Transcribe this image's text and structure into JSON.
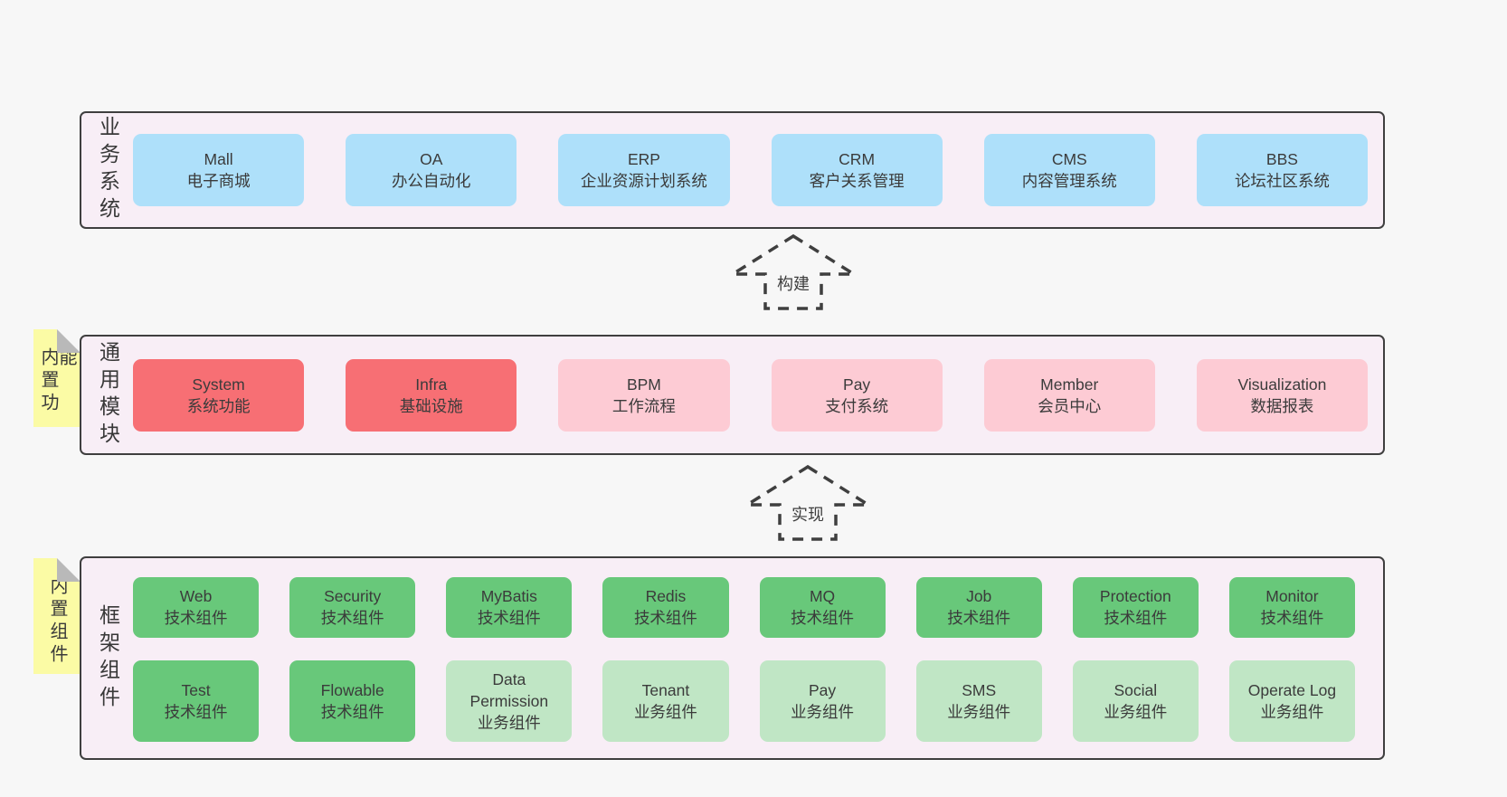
{
  "diagram_title": "framework-architecture-diagram",
  "colors": {
    "page_background": "#f7f7f7",
    "container_background": "#f8eef6",
    "container_border": "#3f3f3f",
    "box_blue": "#aee0fa",
    "box_red": "#f76f74",
    "box_pink": "#fdcbd4",
    "box_green": "#68c87a",
    "box_green_light": "#c0e6c5",
    "sticky_yellow": "#fbfba5",
    "sticky_fold_gray": "#b9b9b9",
    "text": "#3b3b3b"
  },
  "arrows": [
    {
      "label": "构建"
    },
    {
      "label": "实现"
    }
  ],
  "sections": [
    {
      "label": "业务系统",
      "boxes": [
        {
          "title": "Mall",
          "subtitle": "电子商城"
        },
        {
          "title": "OA",
          "subtitle": "办公自动化"
        },
        {
          "title": "ERP",
          "subtitle": "企业资源计划系统"
        },
        {
          "title": "CRM",
          "subtitle": "客户关系管理"
        },
        {
          "title": "CMS",
          "subtitle": "内容管理系统"
        },
        {
          "title": "BBS",
          "subtitle": "论坛社区系统"
        }
      ]
    },
    {
      "label": "通用模块",
      "sticky": "内置功能",
      "boxes": [
        {
          "title": "System",
          "subtitle": "系统功能"
        },
        {
          "title": "Infra",
          "subtitle": "基础设施"
        },
        {
          "title": "BPM",
          "subtitle": "工作流程"
        },
        {
          "title": "Pay",
          "subtitle": "支付系统"
        },
        {
          "title": "Member",
          "subtitle": "会员中心"
        },
        {
          "title": "Visualization",
          "subtitle": "数据报表"
        }
      ]
    },
    {
      "label": "框架组件",
      "sticky": "内置组件",
      "rows": [
        [
          {
            "title": "Web",
            "subtitle": "技术组件"
          },
          {
            "title": "Security",
            "subtitle": "技术组件"
          },
          {
            "title": "MyBatis",
            "subtitle": "技术组件"
          },
          {
            "title": "Redis",
            "subtitle": "技术组件"
          },
          {
            "title": "MQ",
            "subtitle": "技术组件"
          },
          {
            "title": "Job",
            "subtitle": "技术组件"
          },
          {
            "title": "Protection",
            "subtitle": "技术组件"
          },
          {
            "title": "Monitor",
            "subtitle": "技术组件"
          }
        ],
        [
          {
            "title": "Test",
            "subtitle": "技术组件"
          },
          {
            "title": "Flowable",
            "subtitle": "技术组件"
          },
          {
            "title": "Data Permission",
            "subtitle": "业务组件"
          },
          {
            "title": "Tenant",
            "subtitle": "业务组件"
          },
          {
            "title": "Pay",
            "subtitle": "业务组件"
          },
          {
            "title": "SMS",
            "subtitle": "业务组件"
          },
          {
            "title": "Social",
            "subtitle": "业务组件"
          },
          {
            "title": "Operate Log",
            "subtitle": "业务组件"
          }
        ]
      ]
    }
  ]
}
